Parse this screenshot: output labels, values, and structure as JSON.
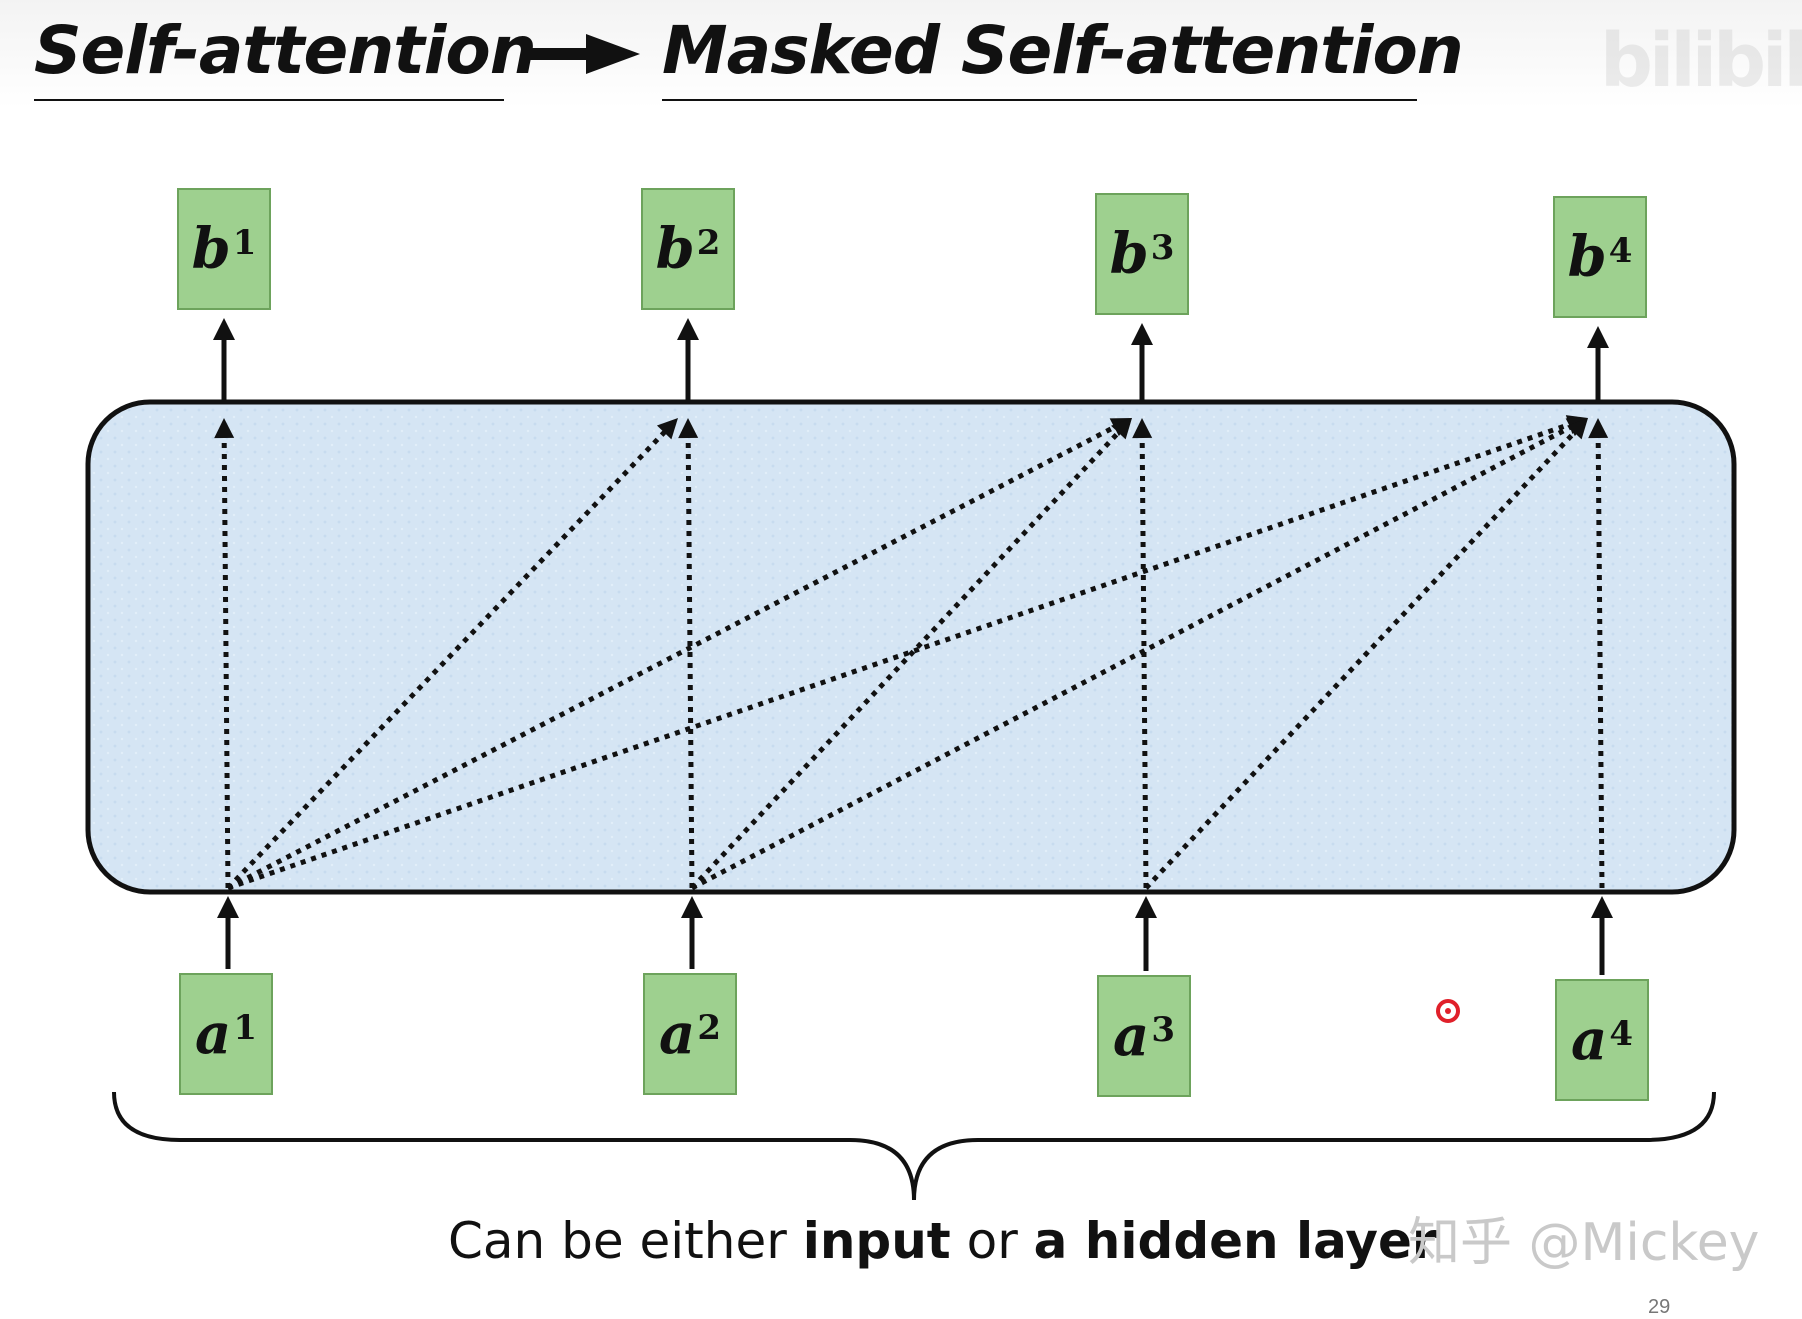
{
  "title": {
    "left": "Self-attention",
    "right": "Masked Self-attention"
  },
  "outputs": [
    {
      "base": "b",
      "sup": "1"
    },
    {
      "base": "b",
      "sup": "2"
    },
    {
      "base": "b",
      "sup": "3"
    },
    {
      "base": "b",
      "sup": "4"
    }
  ],
  "inputs": [
    {
      "base": "a",
      "sup": "1"
    },
    {
      "base": "a",
      "sup": "2"
    },
    {
      "base": "a",
      "sup": "3"
    },
    {
      "base": "a",
      "sup": "4"
    }
  ],
  "caption": {
    "part1": "Can be either ",
    "bold1": "input",
    "part2": " or ",
    "bold2": "a hidden layer"
  },
  "watermarks": {
    "bilibili": "bilibili",
    "zhihu": "知乎 @Mickey"
  },
  "page_number": "29",
  "colors": {
    "box_fill": "#9ed08f",
    "box_border": "#6da35c",
    "layer_fill": "#d6e6f5",
    "pointer_red": "#e0202a"
  },
  "attention_edges": [
    {
      "from": 1,
      "to": 1
    },
    {
      "from": 1,
      "to": 2
    },
    {
      "from": 1,
      "to": 3
    },
    {
      "from": 1,
      "to": 4
    },
    {
      "from": 2,
      "to": 2
    },
    {
      "from": 2,
      "to": 3
    },
    {
      "from": 2,
      "to": 4
    },
    {
      "from": 3,
      "to": 3
    },
    {
      "from": 3,
      "to": 4
    },
    {
      "from": 4,
      "to": 4
    }
  ]
}
